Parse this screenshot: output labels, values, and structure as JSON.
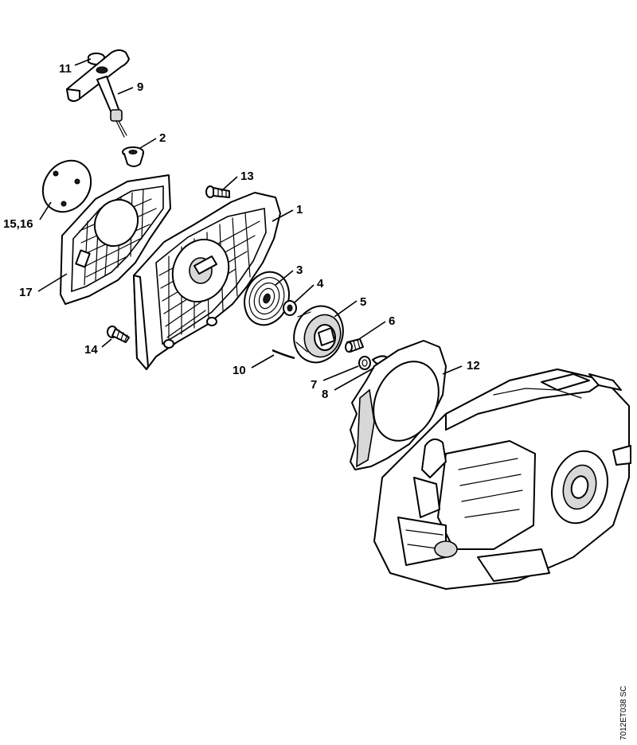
{
  "diagram": {
    "reference_code": "7012ET038 SC",
    "callouts": [
      {
        "id": "p11",
        "label": "11"
      },
      {
        "id": "p9",
        "label": "9"
      },
      {
        "id": "p2",
        "label": "2"
      },
      {
        "id": "p13",
        "label": "13"
      },
      {
        "id": "p1",
        "label": "1"
      },
      {
        "id": "p1516",
        "label": "15,16"
      },
      {
        "id": "p17",
        "label": "17"
      },
      {
        "id": "p3",
        "label": "3"
      },
      {
        "id": "p4",
        "label": "4"
      },
      {
        "id": "p5",
        "label": "5"
      },
      {
        "id": "p6",
        "label": "6"
      },
      {
        "id": "p14",
        "label": "14"
      },
      {
        "id": "p10",
        "label": "10"
      },
      {
        "id": "p12",
        "label": "12"
      },
      {
        "id": "p7",
        "label": "7"
      },
      {
        "id": "p8",
        "label": "8"
      }
    ]
  }
}
